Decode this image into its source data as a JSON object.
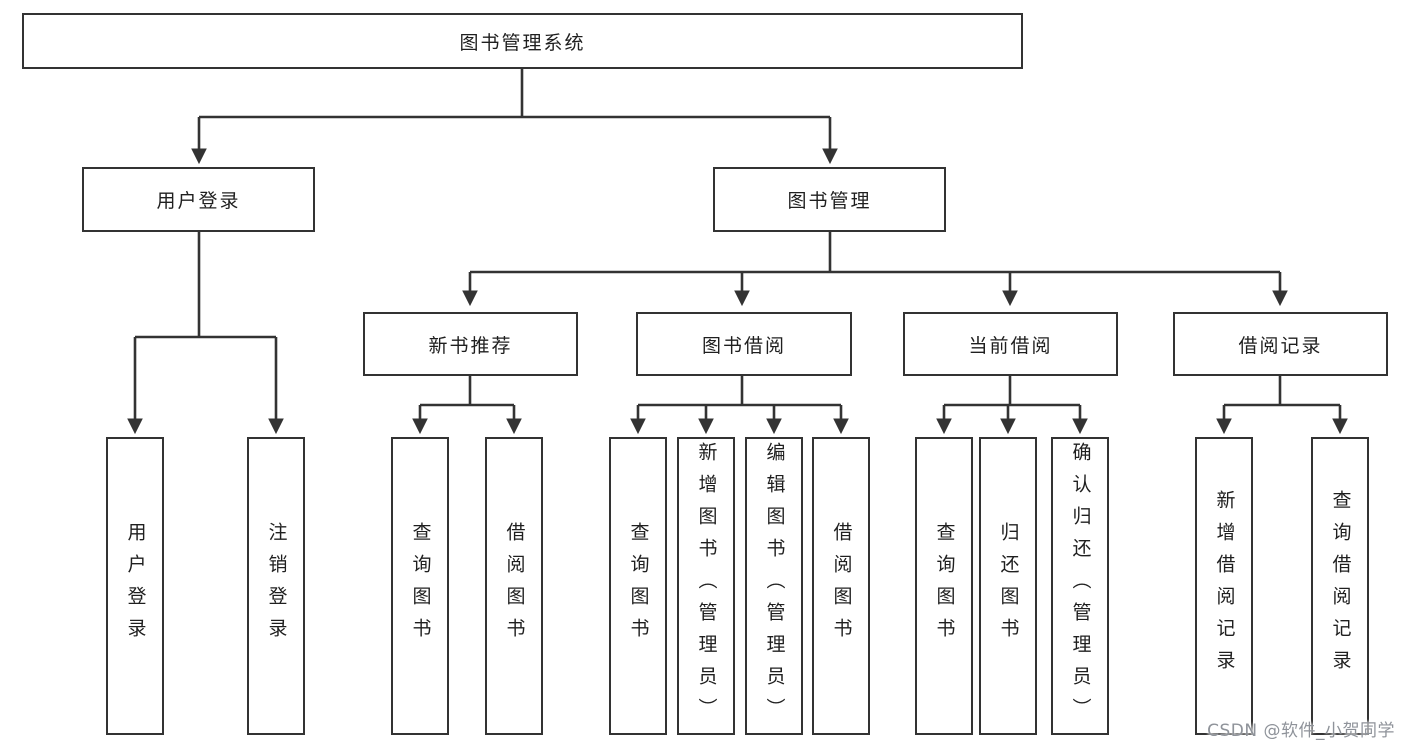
{
  "tree": {
    "label": "图书管理系统",
    "children": [
      {
        "label": "用户登录",
        "children": [
          {
            "label": "用户登录"
          },
          {
            "label": "注销登录"
          }
        ]
      },
      {
        "label": "图书管理",
        "children": [
          {
            "label": "新书推荐",
            "children": [
              {
                "label": "查询图书"
              },
              {
                "label": "借阅图书"
              }
            ]
          },
          {
            "label": "图书借阅",
            "children": [
              {
                "label": "查询图书"
              },
              {
                "label": "新增图书（管理员）"
              },
              {
                "label": "编辑图书（管理员）"
              },
              {
                "label": "借阅图书"
              }
            ]
          },
          {
            "label": "当前借阅",
            "children": [
              {
                "label": "查询图书"
              },
              {
                "label": "归还图书"
              },
              {
                "label": "确认归还（管理员）"
              }
            ]
          },
          {
            "label": "借阅记录",
            "children": [
              {
                "label": "新增借阅记录"
              },
              {
                "label": "查询借阅记录"
              }
            ]
          }
        ]
      }
    ]
  },
  "watermark": "CSDN @软件_小贺同学",
  "colors": {
    "line": "#333333",
    "box_border": "#333333",
    "text": "#1f1f1f",
    "background": "#ffffff",
    "watermark": "#8f939a"
  }
}
